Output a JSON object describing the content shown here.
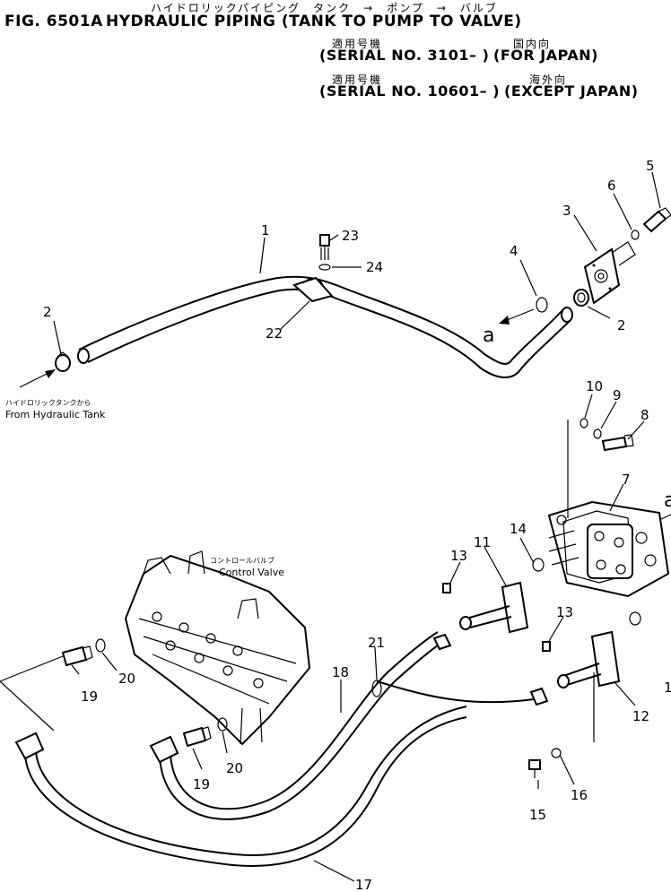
{
  "header": {
    "fig_no": "FIG. 6501A",
    "title_en": "HYDRAULIC PIPING (TANK TO PUMP TO VALVE)",
    "title_jp": "ハイドロリックパイピング　タンク　→　ポンプ　→　バルブ",
    "line1_jp_left": "適用号機",
    "line1_jp_right": "国内向",
    "line1_serial": "(SERIAL NO. 3101– )",
    "line1_market": "(FOR JAPAN)",
    "line2_jp_left": "適用号機",
    "line2_jp_right": "海外向",
    "line2_serial": "(SERIAL NO. 10601– )",
    "line2_market": "(EXCEPT JAPAN)"
  },
  "captions": {
    "tank_jp": "ハイドロリックタンクから",
    "tank_en": "From Hydraulic Tank",
    "valve_jp": "コントロールバルブ",
    "valve_en": "Control Valve",
    "arrow_a": "a",
    "arrow_a_right": "a"
  },
  "labels": {
    "p1": "1",
    "p2a": "2",
    "p2b": "2",
    "p3": "3",
    "p4": "4",
    "p5": "5",
    "p6": "6",
    "p7": "7",
    "p8": "8",
    "p9": "9",
    "p10": "10",
    "p11": "11",
    "p12": "12",
    "p13a": "13",
    "p13b": "13",
    "p14": "14",
    "p14b": "1",
    "p15": "15",
    "p16": "16",
    "p17": "17",
    "p18": "18",
    "p19a": "19",
    "p19b": "19",
    "p20a": "20",
    "p20b": "20",
    "p21": "21",
    "p22": "22",
    "p23": "23",
    "p24": "24"
  }
}
